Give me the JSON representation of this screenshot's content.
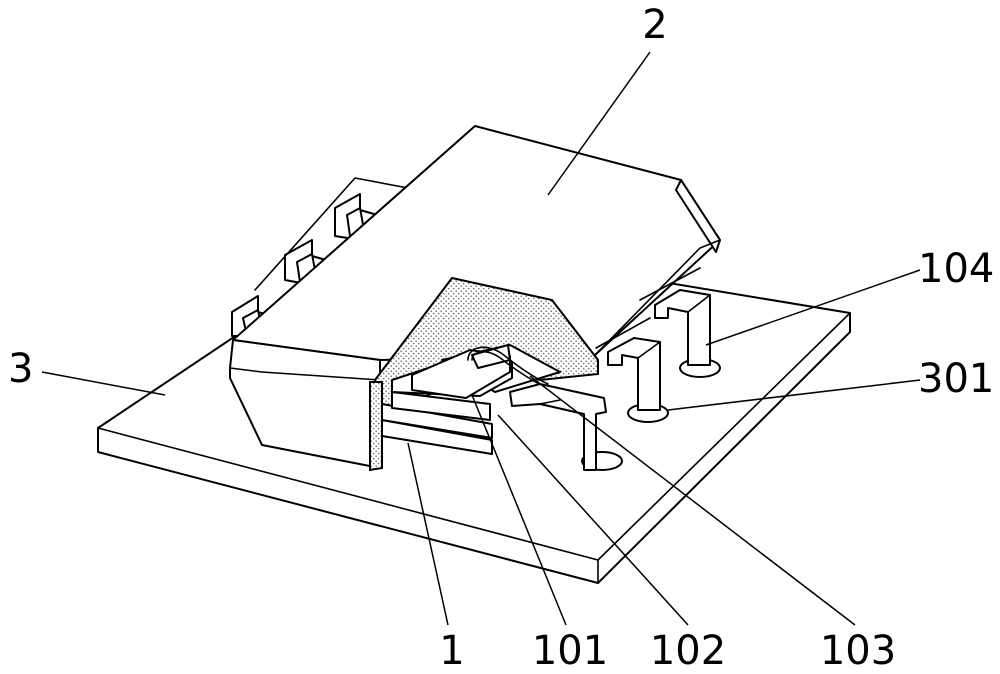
{
  "figure": {
    "callouts": {
      "c2": "2",
      "c104": "104",
      "c3": "3",
      "c301": "301",
      "c1": "1",
      "c101": "101",
      "c102": "102",
      "c103": "103"
    },
    "colors": {
      "line": "#000000",
      "background": "#ffffff",
      "stipple": "#6e6e6e"
    }
  }
}
